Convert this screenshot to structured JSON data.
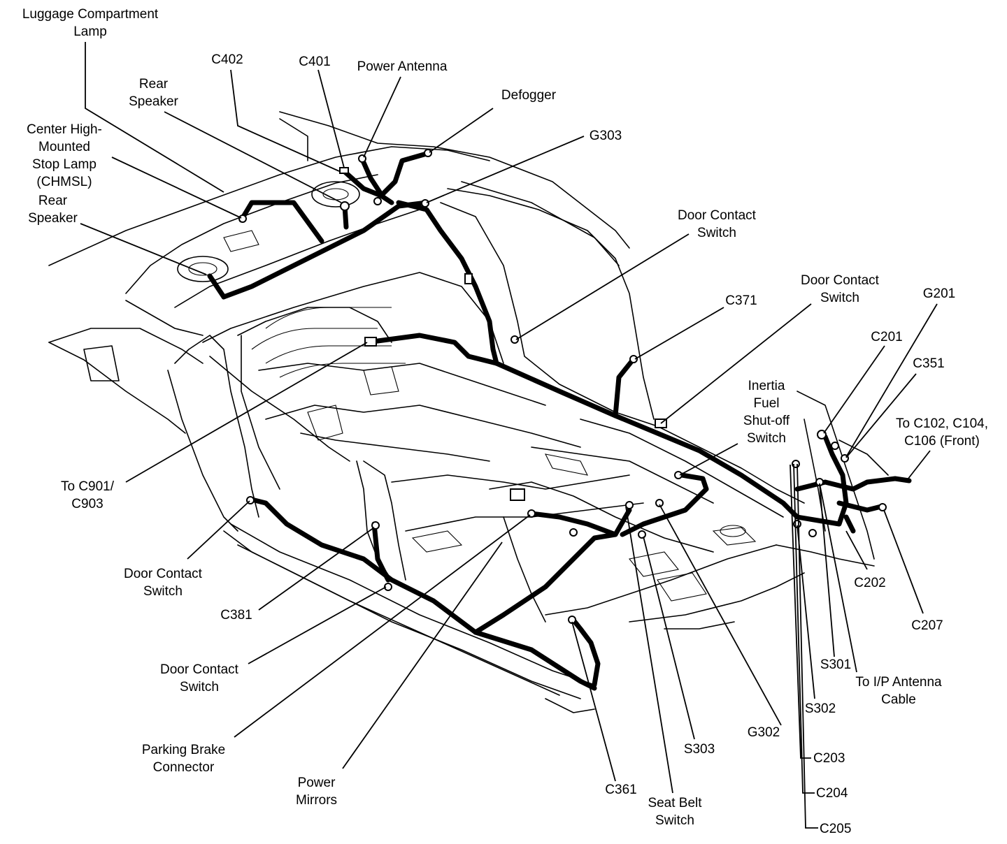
{
  "labels": {
    "luggage_lamp": "Luggage Compartment\nLamp",
    "c402": "C402",
    "c401": "C401",
    "power_antenna": "Power Antenna",
    "rear_speaker_top": "Rear\nSpeaker",
    "defogger": "Defogger",
    "g303": "G303",
    "chmsl": "Center High-\nMounted\nStop Lamp\n(CHMSL)",
    "rear_speaker_left": "Rear\nSpeaker",
    "door_contact_upper": "Door Contact\nSwitch",
    "door_contact_right": "Door Contact\nSwitch",
    "c371": "C371",
    "g201": "G201",
    "c201": "C201",
    "c351": "C351",
    "inertia": "Inertia\nFuel\nShut-off\nSwitch",
    "to_c102": "To C102, C104,\nC106 (Front)",
    "to_c901": "To C901/\nC903",
    "door_contact_left": "Door Contact\nSwitch",
    "c381": "C381",
    "door_contact_lower": "Door Contact\nSwitch",
    "parking_brake": "Parking Brake\nConnector",
    "power_mirrors": "Power\nMirrors",
    "c361": "C361",
    "seat_belt": "Seat Belt\nSwitch",
    "s303": "S303",
    "g302": "G302",
    "c202": "C202",
    "c207": "C207",
    "s301": "S301",
    "to_ip_antenna": "To I/P Antenna\nCable",
    "s302": "S302",
    "c203": "C203",
    "c204": "C204",
    "c205": "C205"
  }
}
